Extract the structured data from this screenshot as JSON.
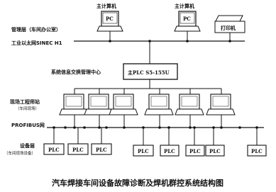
{
  "title": "汽车焊接车间设备故障诊断及焊机群控系统结构图",
  "levels": {
    "management": "管理层（车间办公室）",
    "ethernet": "工业以太网SINEC H1",
    "exchange": "系统信息交换管理中心",
    "field_station": "现场工程师站",
    "field_station_sub": "（车间现场）",
    "profibus": "PROFIBUS网",
    "device": "设备层",
    "device_sub": "（车间现场设备）"
  },
  "host_label": "主计算机",
  "pc_label": "PC",
  "printer_label": "打印机",
  "main_plc_label": "主PLC S5-155U",
  "plc_label": "PLC"
}
